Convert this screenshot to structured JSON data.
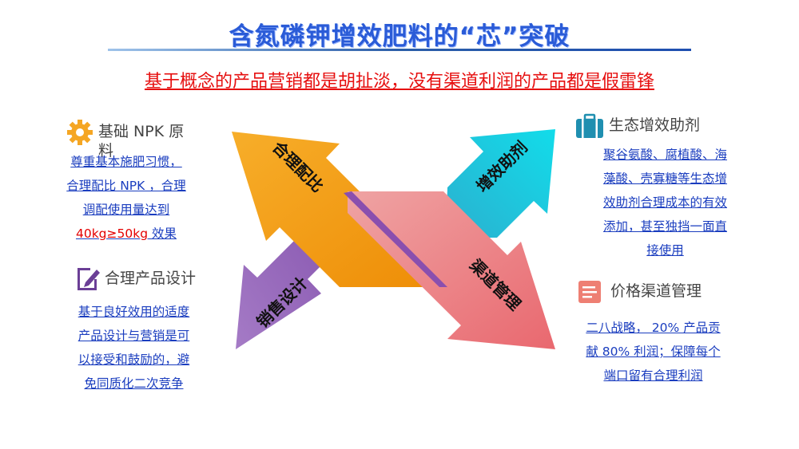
{
  "title": "含氮磷钾增效肥料的“芯”突破",
  "subtitle": "基于概念的产品营销都是胡扯淡，没有渠道利润的产品都是假雷锋",
  "arrows": {
    "top_left": "合理配比",
    "top_right": "增效助剂",
    "bottom_left": "销售设计",
    "bottom_right": "渠道管理"
  },
  "sections": {
    "npk": {
      "heading": "基础 NPK 原料",
      "line1": "尊重基本施肥习惯，",
      "line2": "合理配比 NPK ，合理",
      "line3": "调配使用量达到",
      "line4_red": "40kg≥50kg",
      "line4_rest": " 效果"
    },
    "design": {
      "heading": "合理产品设计",
      "lines": [
        "基于良好效用的适度",
        "产品设计与营销是可",
        "以接受和鼓励的，避",
        "免同质化二次竞争"
      ]
    },
    "eco": {
      "heading": "生态增效助剂",
      "lines": [
        "聚谷氨酸、腐植酸、海",
        "藻酸、壳寡糖等生态增",
        "效助剂合理成本的有效",
        "添加，甚至独挡一面直",
        "接使用"
      ]
    },
    "price": {
      "heading": "价格渠道管理",
      "lines": [
        "二八战略， 20% 产品贡",
        "献 80% 利润；保障每个",
        "端口留有合理利润"
      ]
    }
  },
  "colors": {
    "orange": "#f39a12",
    "cyan": "#1cc8dc",
    "purple": "#8e5ab4",
    "pink": "#ef8a8e",
    "title": "#2a5bd7",
    "red": "#e60f0f",
    "link": "#1a3dbf"
  },
  "icons": {
    "npk": "gear-icon",
    "design": "edit-icon",
    "eco": "briefcase-icon",
    "price": "document-icon"
  }
}
